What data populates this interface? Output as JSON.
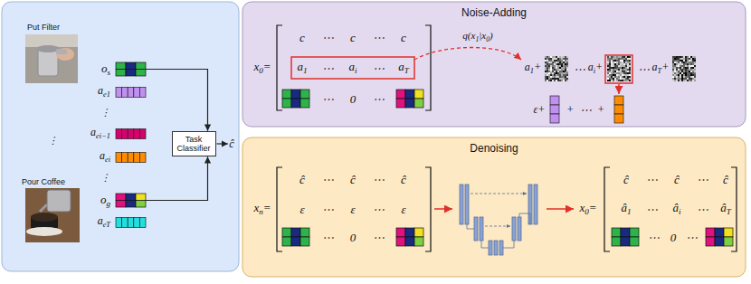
{
  "diagram": {
    "nodes": [
      {
        "text": [
          "os"
        ]
      },
      {
        "text": [
          "og"
        ]
      },
      {
        "text": [
          "Task Classifier"
        ]
      },
      {
        "text": [
          "Noise-Adding"
        ]
      },
      {
        "text": [
          "Denoising"
        ]
      }
    ],
    "edges": [
      {
        "from": 0,
        "to": 2,
        "arrow": "to"
      },
      {
        "from": 1,
        "to": 2,
        "arrow": "to"
      }
    ],
    "labels": [
      "Put Filter",
      "ae1",
      "⋮",
      "aei−1",
      "aei",
      "⋮",
      "aeT",
      "⋮",
      "Pour Coffee",
      "ĉ",
      "x0=",
      "c",
      "⋯",
      "c",
      "⋯",
      "c",
      "a1",
      "⋯",
      "ai",
      "⋯",
      "aT",
      "⋯",
      "0",
      "⋯",
      "q(x1|x0)",
      "a1+",
      "⋯",
      "ai+",
      "⋯",
      "aT+",
      "ε+",
      "+",
      "⋯",
      "+",
      "xn=",
      "ĉ",
      "⋯",
      "ĉ",
      "⋯",
      "ĉ",
      "ε",
      "⋯",
      "ε",
      "⋯",
      "ε",
      "⋯",
      "0",
      "⋯",
      "x0=",
      "ĉ",
      "⋯",
      "ĉ",
      "⋯",
      "ĉ",
      "â1",
      "⋯",
      "âi",
      "⋯",
      "âT",
      "⋯",
      "0",
      "⋯"
    ]
  }
}
